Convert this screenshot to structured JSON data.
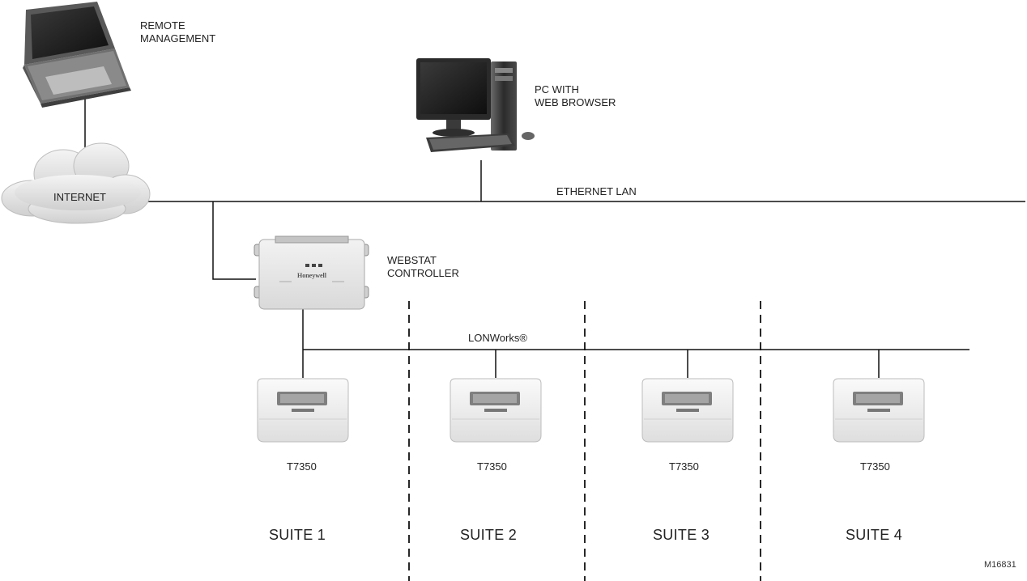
{
  "labels": {
    "remote_management": "REMOTE\nMANAGEMENT",
    "pc_with_web_browser": "PC WITH\nWEB BROWSER",
    "internet": "INTERNET",
    "ethernet_lan": "ETHERNET LAN",
    "webstat_controller": "WEBSTAT\nCONTROLLER",
    "lonworks": "LONWorks®",
    "figure_code": "M16831"
  },
  "controller_brand": "Honeywell",
  "thermostats": [
    {
      "model": "T7350"
    },
    {
      "model": "T7350"
    },
    {
      "model": "T7350"
    },
    {
      "model": "T7350"
    }
  ],
  "suites": [
    {
      "label": "SUITE 1"
    },
    {
      "label": "SUITE 2"
    },
    {
      "label": "SUITE 3"
    },
    {
      "label": "SUITE 4"
    }
  ],
  "icons": [
    "laptop-icon",
    "desktop-pc-icon",
    "cloud-icon",
    "controller-icon",
    "thermostat-icon"
  ]
}
